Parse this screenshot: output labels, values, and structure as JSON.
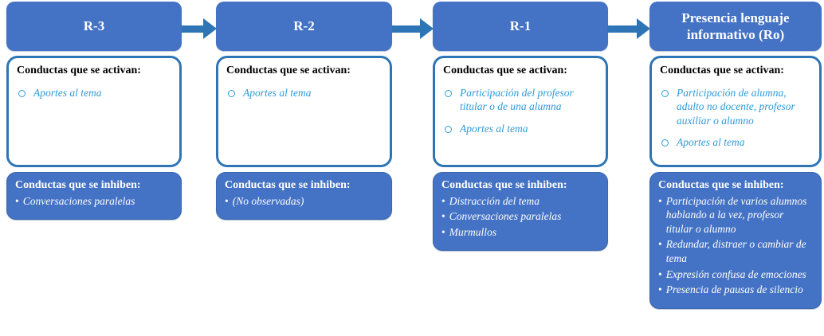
{
  "colors": {
    "stage_fill": "#4472C4",
    "box_border": "#2E75B6",
    "inhibit_fill": "#4472C4",
    "arrow": "#2E75B6",
    "activate_item_text": "#2E9BD9",
    "inhibit_item_text": "#ffffff",
    "heading_text": "#000000",
    "stage_text": "#ffffff"
  },
  "icons": {
    "arrow": "arrow-right",
    "activate_bullet": "hollow-circle",
    "inhibit_bullet": "dot"
  },
  "columns": [
    {
      "title": "R-3",
      "activate": {
        "heading": "Conductas que se activan:",
        "items": [
          "Aportes al tema"
        ]
      },
      "inhibit": {
        "heading": "Conductas que se inhiben:",
        "items": [
          "Conversaciones paralelas"
        ]
      }
    },
    {
      "title": "R-2",
      "activate": {
        "heading": "Conductas que se activan:",
        "items": [
          "Aportes al tema"
        ]
      },
      "inhibit": {
        "heading": "Conductas que se inhiben:",
        "items": [
          "(No observadas)"
        ]
      }
    },
    {
      "title": "R-1",
      "activate": {
        "heading": "Conductas que se activan:",
        "items": [
          "Participación del profesor titular o de una alumna",
          "Aportes al tema"
        ]
      },
      "inhibit": {
        "heading": "Conductas que se inhiben:",
        "items": [
          "Distracción del tema",
          "Conversaciones paralelas",
          "Murmullos"
        ]
      }
    },
    {
      "title": "Presencia lenguaje informativo (Ro)",
      "activate": {
        "heading": "Conductas que se activan:",
        "items": [
          "Participación de alumna, adulto no docente, profesor auxiliar o alumno",
          "Aportes al tema"
        ]
      },
      "inhibit": {
        "heading": "Conductas que se inhiben:",
        "items": [
          "Participación de varios alumnos hablando a la vez, profesor titular o alumno",
          "Redundar, distraer o cambiar de tema",
          "Expresión confusa de emociones",
          "Presencia de pausas de silencio"
        ]
      }
    }
  ]
}
